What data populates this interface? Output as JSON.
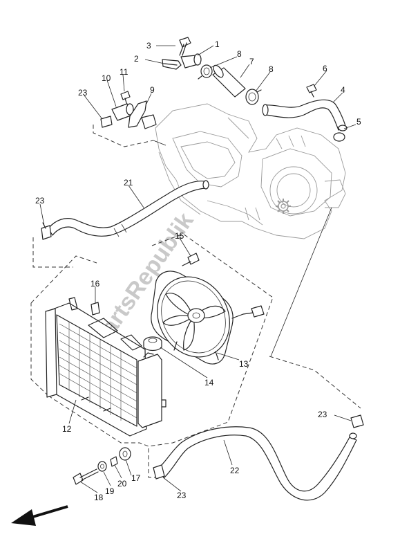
{
  "watermark": "PartsRepublik",
  "callouts": [
    {
      "id": "c1",
      "text": "1"
    },
    {
      "id": "c2",
      "text": "2"
    },
    {
      "id": "c3",
      "text": "3"
    },
    {
      "id": "c4",
      "text": "4"
    },
    {
      "id": "c5",
      "text": "5"
    },
    {
      "id": "c6",
      "text": "6"
    },
    {
      "id": "c7",
      "text": "7"
    },
    {
      "id": "c8a",
      "text": "8"
    },
    {
      "id": "c8b",
      "text": "8"
    },
    {
      "id": "c9",
      "text": "9"
    },
    {
      "id": "c10",
      "text": "10"
    },
    {
      "id": "c11",
      "text": "11"
    },
    {
      "id": "c12",
      "text": "12"
    },
    {
      "id": "c13",
      "text": "13"
    },
    {
      "id": "c14",
      "text": "14"
    },
    {
      "id": "c15",
      "text": "15"
    },
    {
      "id": "c16",
      "text": "16"
    },
    {
      "id": "c17",
      "text": "17"
    },
    {
      "id": "c18",
      "text": "18"
    },
    {
      "id": "c19",
      "text": "19"
    },
    {
      "id": "c20",
      "text": "20"
    },
    {
      "id": "c21",
      "text": "21"
    },
    {
      "id": "c22",
      "text": "22"
    },
    {
      "id": "c23a",
      "text": "23"
    },
    {
      "id": "c23b",
      "text": "23"
    },
    {
      "id": "c23c",
      "text": "23"
    },
    {
      "id": "c23d",
      "text": "23"
    }
  ],
  "icons": {
    "direction_arrow": "arrow-down-left-icon",
    "gear_logo": "gear-icon"
  }
}
